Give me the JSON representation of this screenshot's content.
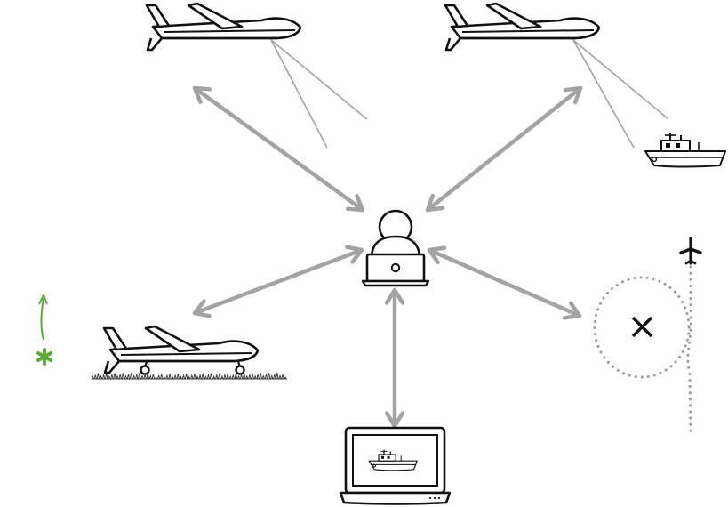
{
  "colors": {
    "background": "#ffffff",
    "line": "#111111",
    "link_arrow": "#a3a3a3",
    "sensor_beam": "#a3a3a3",
    "takeoff": "#5fa83f",
    "flight_path": "#9a9a9a"
  },
  "diagram": {
    "center": {
      "icon": "operator-at-laptop-icon",
      "role": "ground control operator"
    },
    "nodes": [
      {
        "id": "uav-top-left",
        "icon": "uav-drone-icon",
        "state": "airborne, sensing"
      },
      {
        "id": "uav-top-right",
        "icon": "uav-drone-icon",
        "state": "airborne, tracking boat"
      },
      {
        "id": "boat-target",
        "icon": "boat-icon"
      },
      {
        "id": "uav-ground",
        "icon": "uav-drone-on-runway-icon",
        "state": "on ground, ready for takeoff"
      },
      {
        "id": "takeoff-indicator",
        "icon": "takeoff-arrow-icon"
      },
      {
        "id": "loiter-zone",
        "icon": "loiter-circle-target-icon"
      },
      {
        "id": "aircraft-track",
        "icon": "airplane-icon"
      },
      {
        "id": "remote-display",
        "icon": "laptop-showing-boat-icon"
      }
    ],
    "links": [
      {
        "from": "center",
        "to": "uav-top-left",
        "type": "bidirectional"
      },
      {
        "from": "center",
        "to": "uav-top-right",
        "type": "bidirectional"
      },
      {
        "from": "center",
        "to": "uav-ground",
        "type": "bidirectional"
      },
      {
        "from": "center",
        "to": "loiter-zone",
        "type": "bidirectional"
      },
      {
        "from": "center",
        "to": "remote-display",
        "type": "bidirectional"
      }
    ]
  }
}
